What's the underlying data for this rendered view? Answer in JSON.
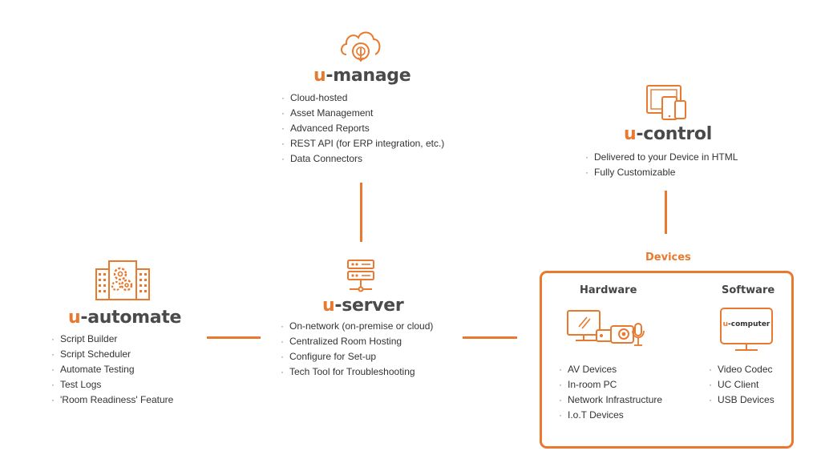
{
  "u_manage": {
    "prefix": "u",
    "name": "-manage",
    "icon": "cloud-touch-icon",
    "features": [
      "Cloud-hosted",
      "Asset Management",
      "Advanced Reports",
      "REST API (for ERP integration, etc.)",
      "Data Connectors"
    ]
  },
  "u_control": {
    "prefix": "u",
    "name": "-control",
    "icon": "tablet-phone-icon",
    "features": [
      "Delivered to your Device in HTML",
      "Fully Customizable"
    ]
  },
  "u_automate": {
    "prefix": "u",
    "name": "-automate",
    "icon": "building-gears-icon",
    "features": [
      "Script Builder",
      "Script Scheduler",
      "Automate Testing",
      "Test Logs",
      "'Room Readiness' Feature"
    ]
  },
  "u_server": {
    "prefix": "u",
    "name": "-server",
    "icon": "server-rack-icon",
    "features": [
      "On-network (on-premise or cloud)",
      "Centralized Room Hosting",
      "Configure for Set-up",
      "Tech Tool for Troubleshooting"
    ]
  },
  "devices": {
    "title": "Devices",
    "hardware": {
      "title": "Hardware",
      "icon": "av-hardware-icon",
      "items": [
        "AV Devices",
        "In-room PC",
        "Network Infrastructure",
        "I.o.T Devices"
      ]
    },
    "software": {
      "title": "Software",
      "icon": "monitor-icon",
      "screen_prefix": "u",
      "screen_text": "-computer",
      "items": [
        "Video Codec",
        "UC Client",
        "USB Devices"
      ]
    }
  },
  "colors": {
    "accent": "#e8792f",
    "text": "#3a3a3a",
    "brand_text": "#4a4a4a"
  }
}
